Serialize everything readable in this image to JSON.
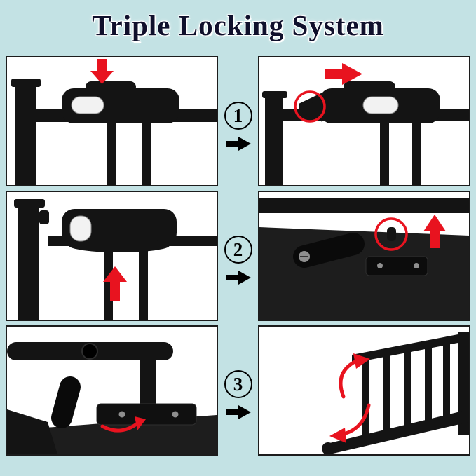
{
  "title": "Triple Locking System",
  "colors": {
    "background": "#c3e2e4",
    "panel_bg": "#ffffff",
    "panel_border": "#1c1c1c",
    "accent_red": "#e8131f",
    "hardware_black": "#141414",
    "title_color": "#10102c"
  },
  "steps": [
    {
      "number": "1"
    },
    {
      "number": "2"
    },
    {
      "number": "3"
    }
  ]
}
